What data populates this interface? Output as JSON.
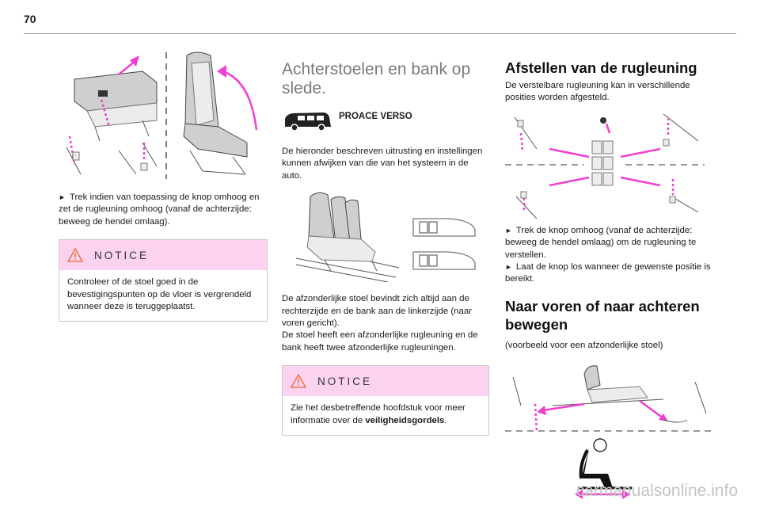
{
  "page": {
    "number": "70"
  },
  "col1": {
    "bullet": "Trek indien van toepassing de knop omhoog en zet de rugleuning omhoog (vanaf de achterzijde: beweeg de hendel omlaag).",
    "notice": {
      "title": "NOTICE",
      "body": "Controleer of de stoel goed in de bevestigingspunten op de vloer is vergrendeld wanneer deze is teruggeplaatst."
    }
  },
  "col2": {
    "heading": "Achterstoelen en bank op slede.",
    "model": "PROACE VERSO",
    "intro": "De hieronder beschreven uitrusting en instellingen kunnen afwijken van die van het systeem in de auto.",
    "para1": "De afzonderlijke stoel bevindt zich altijd aan de rechterzijde en de bank aan de linkerzijde (naar voren gericht).",
    "para2": "De stoel heeft een afzonderlijke rugleuning en de bank heeft twee afzonderlijke rugleuningen.",
    "notice": {
      "title": "NOTICE",
      "body_pre": "Zie het desbetreffende hoofdstuk voor meer informatie over de ",
      "body_bold": "veiligheidsgordels",
      "body_post": "."
    }
  },
  "col3": {
    "heading1": "Afstellen van de rugleuning",
    "intro": "De verstelbare rugleuning kan in verschillende posities worden afgesteld.",
    "bullet1": "Trek de knop omhoog (vanaf de achterzijde: beweeg de hendel omlaag) om de rugleuning te verstellen.",
    "bullet2": "Laat de knop los wanneer de gewenste positie is bereikt.",
    "heading2": "Naar voren of naar achteren bewegen",
    "example": "(voorbeeld voor een afzonderlijke stoel)"
  },
  "watermark": "carmanualsonline.info",
  "colors": {
    "accent_pink": "#f040d0",
    "notice_bg": "#fbd3f0"
  }
}
